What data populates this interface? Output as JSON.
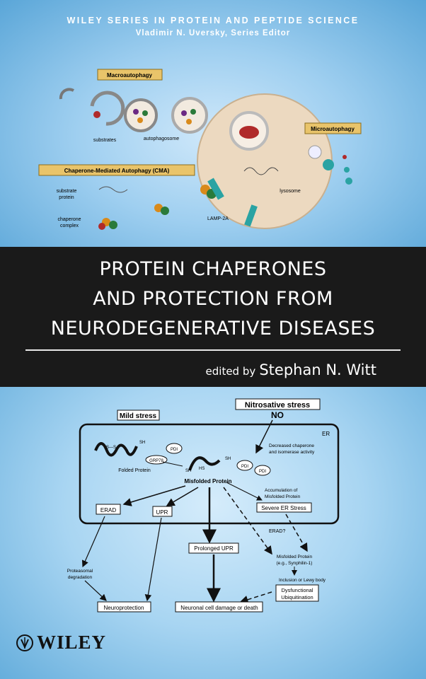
{
  "series": {
    "title": "WILEY SERIES IN PROTEIN AND PEPTIDE SCIENCE",
    "editor": "Vladimir N. Uversky, Series Editor"
  },
  "top_figure": {
    "macro_label": "Macroautophagy",
    "micro_label": "Microautophagy",
    "cma_label": "Chaperone-Mediated Autophagy (CMA)",
    "substrates": "substrates",
    "autophagosome": "autophagosome",
    "substrate_protein_1": "substrate",
    "substrate_protein_2": "protein",
    "chaperone_complex_1": "chaperone",
    "chaperone_complex_2": "complex",
    "lysosome": "lysosome",
    "lamp": "LAMP-2A"
  },
  "title": {
    "line1": "PROTEIN CHAPERONES",
    "line2": "AND PROTECTION FROM",
    "line3": "NEURODEGENERATIVE DISEASES"
  },
  "editor": {
    "label": "edited by",
    "name": "Stephan N. Witt"
  },
  "bottom_figure": {
    "mild_stress": "Mild stress",
    "nitrosative_stress": "Nitrosative stress",
    "no": "NO",
    "er": "ER",
    "pdi": "PDI",
    "grp78": "GRP78",
    "folded_protein": "Folded Protein",
    "misfolded_protein": "Misfolded Protein",
    "decreased_1": "Decreased chaperone",
    "decreased_2": "and isomerase activity",
    "accumulation_1": "Accumulation of",
    "accumulation_2": "Misfolded Protein",
    "severe_er": "Severe ER Stress",
    "erad": "ERAD",
    "upr": "UPR",
    "erad_q": "ERAD?",
    "prolonged_upr": "Prolonged UPR",
    "proteasomal_1": "Proteasomal",
    "proteasomal_2": "degradation",
    "misfolded_syn_1": "Misfolded Protein",
    "misfolded_syn_2": "(e.g., Synphilin-1)",
    "inclusion": "Inclusion or Lewy body",
    "dysfunctional_1": "Dysfunctional",
    "dysfunctional_2": "Ubiquitination",
    "neuroprotection": "Neuroprotection",
    "neuronal_damage": "Neuronal cell damage or death",
    "sh": "SH",
    "ss": "S—S",
    "hs": "HS",
    "sno": "SNO"
  },
  "publisher": {
    "name": "WILEY"
  }
}
